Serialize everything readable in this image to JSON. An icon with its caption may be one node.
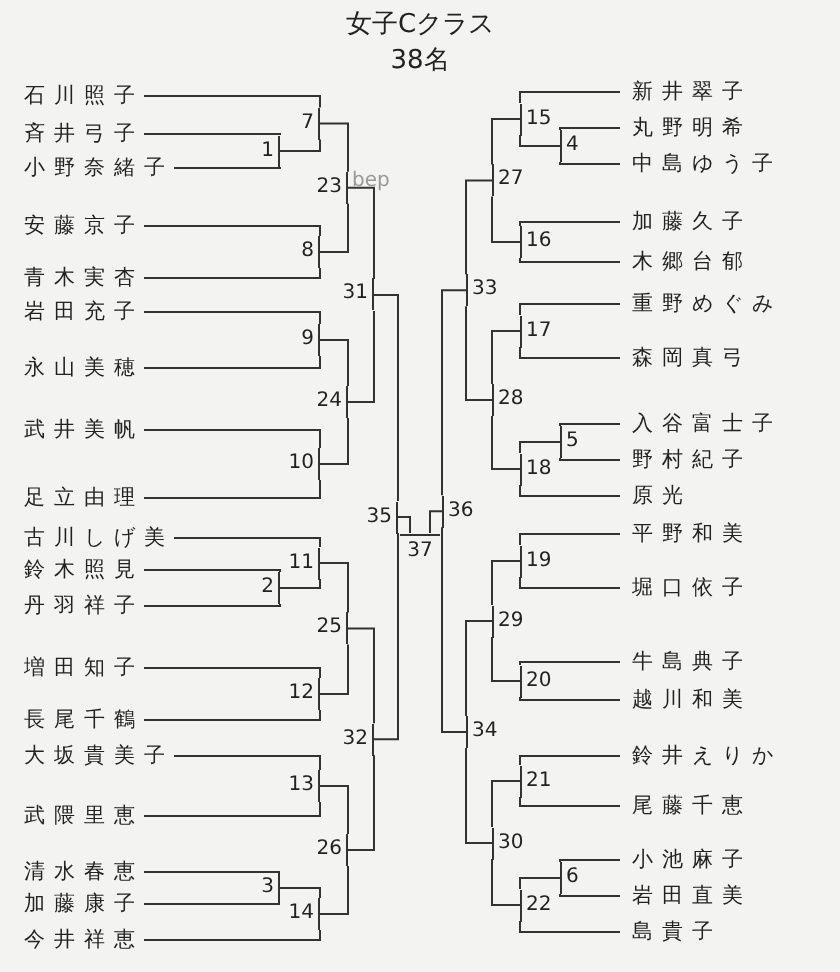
{
  "diagram": {
    "title": "女子Cクラス",
    "nodes": [
      {
        "text": [
          "石川照子"
        ]
      },
      {
        "text": [
          "斉井弓子"
        ]
      },
      {
        "text": [
          "小野奈緒子"
        ]
      },
      {
        "text": [
          "安藤京子"
        ]
      },
      {
        "text": [
          "青木実杏"
        ]
      },
      {
        "text": [
          "岩田充子"
        ]
      },
      {
        "text": [
          "永山美穂"
        ]
      },
      {
        "text": [
          "武井美帆"
        ]
      },
      {
        "text": [
          "足立由理"
        ]
      },
      {
        "text": [
          "古川しげ美"
        ]
      },
      {
        "text": [
          "鈴木照見"
        ]
      },
      {
        "text": [
          "丹羽祥子"
        ]
      },
      {
        "text": [
          "増田知子"
        ]
      },
      {
        "text": [
          "長尾千鶴"
        ]
      },
      {
        "text": [
          "大坂貴美子"
        ]
      },
      {
        "text": [
          "武隈里恵"
        ]
      },
      {
        "text": [
          "清水春恵"
        ]
      },
      {
        "text": [
          "加藤康子"
        ]
      },
      {
        "text": [
          "今井祥恵"
        ]
      },
      {
        "text": [
          "新井翠子"
        ]
      },
      {
        "text": [
          "丸野明希"
        ]
      },
      {
        "text": [
          "中島ゆう子"
        ]
      },
      {
        "text": [
          "加藤久子"
        ]
      },
      {
        "text": [
          "木郷台郁"
        ]
      },
      {
        "text": [
          "重野めぐみ"
        ]
      },
      {
        "text": [
          "森岡真弓"
        ]
      },
      {
        "text": [
          "入谷富士子"
        ]
      },
      {
        "text": [
          "野村紀子"
        ]
      },
      {
        "text": [
          "原光"
        ]
      },
      {
        "text": [
          "平野和美"
        ]
      },
      {
        "text": [
          "堀口依子"
        ]
      },
      {
        "text": [
          "牛島典子"
        ]
      },
      {
        "text": [
          "越川和美"
        ]
      },
      {
        "text": [
          "鈴井えりか"
        ]
      },
      {
        "text": [
          "尾藤千恵"
        ]
      },
      {
        "text": [
          "小池麻子"
        ]
      },
      {
        "text": [
          "岩田直美"
        ]
      },
      {
        "text": [
          "島貴子"
        ]
      },
      {
        "text": [
          "1"
        ]
      },
      {
        "text": [
          "2"
        ]
      },
      {
        "text": [
          "3"
        ]
      },
      {
        "text": [
          "4"
        ]
      },
      {
        "text": [
          "5"
        ]
      },
      {
        "text": [
          "6"
        ]
      },
      {
        "text": [
          "7"
        ]
      },
      {
        "text": [
          "8"
        ]
      },
      {
        "text": [
          "9"
        ]
      },
      {
        "text": [
          "10"
        ]
      },
      {
        "text": [
          "11"
        ]
      },
      {
        "text": [
          "12"
        ]
      },
      {
        "text": [
          "13"
        ]
      },
      {
        "text": [
          "14"
        ]
      },
      {
        "text": [
          "15"
        ]
      },
      {
        "text": [
          "16"
        ]
      },
      {
        "text": [
          "17"
        ]
      },
      {
        "text": [
          "18"
        ]
      },
      {
        "text": [
          "19"
        ]
      },
      {
        "text": [
          "20"
        ]
      },
      {
        "text": [
          "21"
        ]
      },
      {
        "text": [
          "22"
        ]
      },
      {
        "text": [
          "23"
        ]
      },
      {
        "text": [
          "24"
        ]
      },
      {
        "text": [
          "25"
        ]
      },
      {
        "text": [
          "26"
        ]
      },
      {
        "text": [
          "27"
        ]
      },
      {
        "text": [
          "28"
        ]
      },
      {
        "text": [
          "29"
        ]
      },
      {
        "text": [
          "30"
        ]
      },
      {
        "text": [
          "31"
        ]
      },
      {
        "text": [
          "32"
        ]
      },
      {
        "text": [
          "33"
        ]
      },
      {
        "text": [
          "34"
        ]
      },
      {
        "text": [
          "35"
        ]
      },
      {
        "text": [
          "36"
        ]
      },
      {
        "text": [
          "37"
        ]
      }
    ],
    "edges": [
      {
        "from": 1,
        "to": 38,
        "arrow": "none"
      },
      {
        "from": 2,
        "to": 38,
        "arrow": "none"
      },
      {
        "from": 10,
        "to": 39,
        "arrow": "none"
      },
      {
        "from": 11,
        "to": 39,
        "arrow": "none"
      },
      {
        "from": 16,
        "to": 40,
        "arrow": "none"
      },
      {
        "from": 17,
        "to": 40,
        "arrow": "none"
      },
      {
        "from": 20,
        "to": 41,
        "arrow": "none"
      },
      {
        "from": 21,
        "to": 41,
        "arrow": "none"
      },
      {
        "from": 26,
        "to": 42,
        "arrow": "none"
      },
      {
        "from": 27,
        "to": 42,
        "arrow": "none"
      },
      {
        "from": 35,
        "to": 43,
        "arrow": "none"
      },
      {
        "from": 36,
        "to": 43,
        "arrow": "none"
      },
      {
        "from": 0,
        "to": 44,
        "arrow": "none"
      },
      {
        "from": 38,
        "to": 44,
        "arrow": "none"
      },
      {
        "from": 3,
        "to": 45,
        "arrow": "none"
      },
      {
        "from": 4,
        "to": 45,
        "arrow": "none"
      },
      {
        "from": 5,
        "to": 46,
        "arrow": "none"
      },
      {
        "from": 6,
        "to": 46,
        "arrow": "none"
      },
      {
        "from": 7,
        "to": 47,
        "arrow": "none"
      },
      {
        "from": 8,
        "to": 47,
        "arrow": "none"
      },
      {
        "from": 9,
        "to": 48,
        "arrow": "none"
      },
      {
        "from": 39,
        "to": 48,
        "arrow": "none"
      },
      {
        "from": 12,
        "to": 49,
        "arrow": "none"
      },
      {
        "from": 13,
        "to": 49,
        "arrow": "none"
      },
      {
        "from": 14,
        "to": 50,
        "arrow": "none"
      },
      {
        "from": 15,
        "to": 50,
        "arrow": "none"
      },
      {
        "from": 40,
        "to": 51,
        "arrow": "none"
      },
      {
        "from": 18,
        "to": 51,
        "arrow": "none"
      },
      {
        "from": 19,
        "to": 52,
        "arrow": "none"
      },
      {
        "from": 41,
        "to": 52,
        "arrow": "none"
      },
      {
        "from": 22,
        "to": 53,
        "arrow": "none"
      },
      {
        "from": 23,
        "to": 53,
        "arrow": "none"
      },
      {
        "from": 24,
        "to": 54,
        "arrow": "none"
      },
      {
        "from": 25,
        "to": 54,
        "arrow": "none"
      },
      {
        "from": 42,
        "to": 55,
        "arrow": "none"
      },
      {
        "from": 28,
        "to": 55,
        "arrow": "none"
      },
      {
        "from": 29,
        "to": 56,
        "arrow": "none"
      },
      {
        "from": 30,
        "to": 56,
        "arrow": "none"
      },
      {
        "from": 31,
        "to": 57,
        "arrow": "none"
      },
      {
        "from": 32,
        "to": 57,
        "arrow": "none"
      },
      {
        "from": 33,
        "to": 58,
        "arrow": "none"
      },
      {
        "from": 34,
        "to": 58,
        "arrow": "none"
      },
      {
        "from": 43,
        "to": 59,
        "arrow": "none"
      },
      {
        "from": 37,
        "to": 59,
        "arrow": "none"
      },
      {
        "from": 44,
        "to": 60,
        "arrow": "none"
      },
      {
        "from": 45,
        "to": 60,
        "arrow": "none"
      },
      {
        "from": 46,
        "to": 61,
        "arrow": "none"
      },
      {
        "from": 47,
        "to": 61,
        "arrow": "none"
      },
      {
        "from": 48,
        "to": 62,
        "arrow": "none"
      },
      {
        "from": 49,
        "to": 62,
        "arrow": "none"
      },
      {
        "from": 50,
        "to": 63,
        "arrow": "none"
      },
      {
        "from": 51,
        "to": 63,
        "arrow": "none"
      },
      {
        "from": 52,
        "to": 64,
        "arrow": "none"
      },
      {
        "from": 53,
        "to": 64,
        "arrow": "none"
      },
      {
        "from": 54,
        "to": 65,
        "arrow": "none"
      },
      {
        "from": 55,
        "to": 65,
        "arrow": "none"
      },
      {
        "from": 56,
        "to": 66,
        "arrow": "none"
      },
      {
        "from": 57,
        "to": 66,
        "arrow": "none"
      },
      {
        "from": 58,
        "to": 67,
        "arrow": "none"
      },
      {
        "from": 59,
        "to": 67,
        "arrow": "none"
      },
      {
        "from": 60,
        "to": 68,
        "arrow": "none"
      },
      {
        "from": 61,
        "to": 68,
        "arrow": "none"
      },
      {
        "from": 62,
        "to": 69,
        "arrow": "none"
      },
      {
        "from": 63,
        "to": 69,
        "arrow": "none"
      },
      {
        "from": 64,
        "to": 70,
        "arrow": "none"
      },
      {
        "from": 65,
        "to": 70,
        "arrow": "none"
      },
      {
        "from": 66,
        "to": 71,
        "arrow": "none"
      },
      {
        "from": 67,
        "to": 71,
        "arrow": "none"
      },
      {
        "from": 68,
        "to": 72,
        "arrow": "none"
      },
      {
        "from": 69,
        "to": 72,
        "arrow": "none"
      },
      {
        "from": 70,
        "to": 73,
        "arrow": "none"
      },
      {
        "from": 71,
        "to": 73,
        "arrow": "none"
      },
      {
        "from": 72,
        "to": 74,
        "arrow": "none"
      },
      {
        "from": 73,
        "to": 74,
        "arrow": "none"
      }
    ],
    "labels": [
      "38名",
      "bep"
    ]
  }
}
